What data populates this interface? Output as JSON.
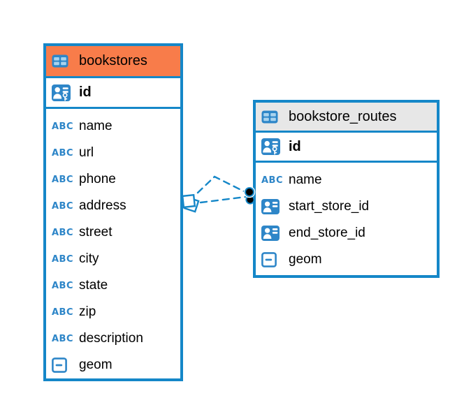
{
  "diagram": {
    "colors": {
      "accent_blue": "#1587C8",
      "icon_blue": "#2E86C8",
      "icon_cell_light_blue": "#A9D3EE",
      "bookstores_header_orange": "#F87C4A",
      "bookstore_routes_header_gray": "#E7E7E7",
      "relationship_dot_black": "#000000"
    },
    "icons": {
      "text_type_label": "ABC"
    },
    "tables": [
      {
        "name": "bookstores",
        "icon": "table-icon",
        "primary_key": {
          "name": "id",
          "icon": "primary-key-icon"
        },
        "columns": [
          {
            "name": "name",
            "icon": "text-type-icon"
          },
          {
            "name": "url",
            "icon": "text-type-icon"
          },
          {
            "name": "phone",
            "icon": "text-type-icon"
          },
          {
            "name": "address",
            "icon": "text-type-icon"
          },
          {
            "name": "street",
            "icon": "text-type-icon"
          },
          {
            "name": "city",
            "icon": "text-type-icon"
          },
          {
            "name": "state",
            "icon": "text-type-icon"
          },
          {
            "name": "zip",
            "icon": "text-type-icon"
          },
          {
            "name": "description",
            "icon": "text-type-icon"
          },
          {
            "name": "geom",
            "icon": "geometry-type-icon"
          }
        ]
      },
      {
        "name": "bookstore_routes",
        "icon": "table-icon",
        "primary_key": {
          "name": "id",
          "icon": "primary-key-icon"
        },
        "columns": [
          {
            "name": "name",
            "icon": "text-type-icon"
          },
          {
            "name": "start_store_id",
            "icon": "foreign-key-icon"
          },
          {
            "name": "end_store_id",
            "icon": "foreign-key-icon"
          },
          {
            "name": "geom",
            "icon": "geometry-type-icon"
          }
        ]
      }
    ],
    "relationship": {
      "from_table": "bookstore_routes",
      "from_columns": [
        "start_store_id",
        "end_store_id"
      ],
      "to_table": "bookstores",
      "to_column": "id",
      "line_style": "dashed"
    }
  }
}
